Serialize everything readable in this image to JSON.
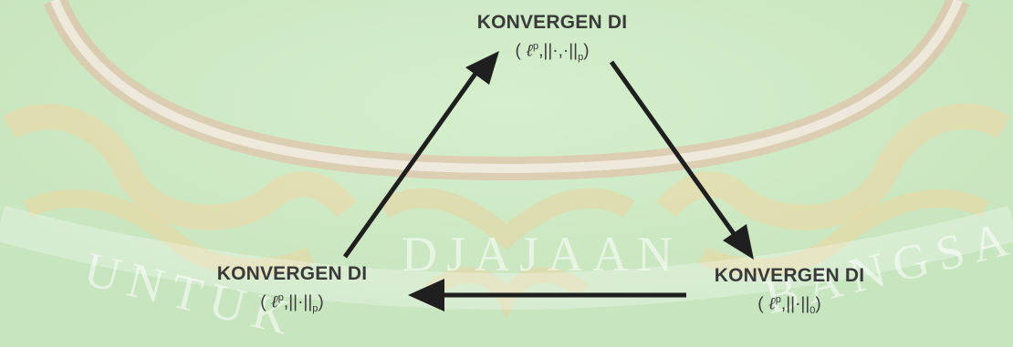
{
  "nodes": {
    "top": {
      "title": "KONVERGEN DI",
      "space_symbol": "ℓ",
      "space_exponent": "p",
      "space_norm": ",||·,·||",
      "space_norm_subscript": "p"
    },
    "left": {
      "title": "KONVERGEN DI",
      "space_symbol": "ℓ",
      "space_exponent": "p",
      "space_norm": ",||·||",
      "space_norm_subscript": "p"
    },
    "right": {
      "title": "KONVERGEN DI",
      "space_symbol": "ℓ",
      "space_exponent": "p",
      "space_norm": ",||·||",
      "space_norm_subscript": "0"
    }
  },
  "watermark": {
    "left_text": "UNTUK",
    "middle_text": "DJAJAAN",
    "right_text": "BANGSA"
  },
  "colors": {
    "background": "#cfe9c7",
    "arrow": "#1f1f1f",
    "text": "#3a3a3a",
    "ornament_gold": "#f4d7a6",
    "ornament_pink": "#e9b9a4"
  }
}
